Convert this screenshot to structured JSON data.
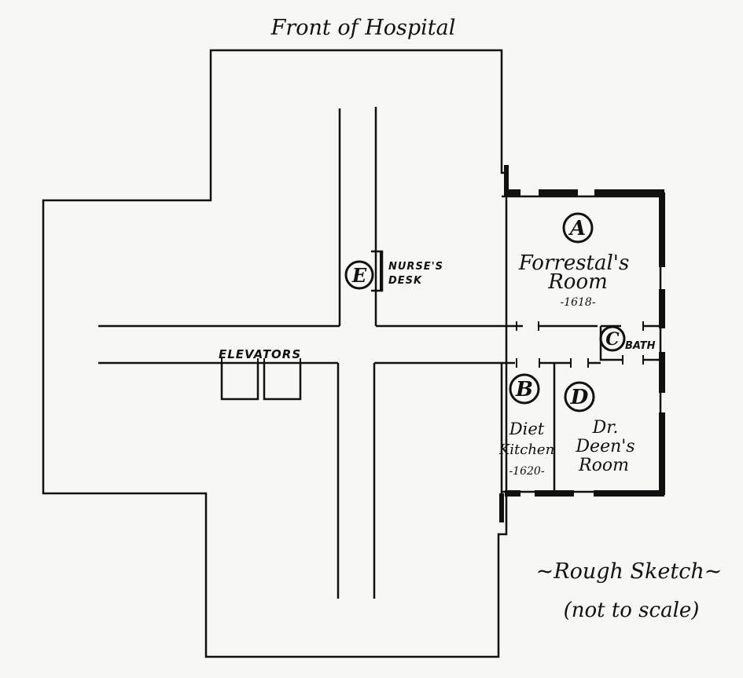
{
  "header": {
    "front_label": "Front of Hospital"
  },
  "rooms": {
    "a": {
      "marker": "A",
      "name_line1": "Forrestal's",
      "name_line2": "Room",
      "number": "-1618-"
    },
    "b": {
      "marker": "B",
      "name_line1": "Diet",
      "name_line2": "Kitchen",
      "number": "-1620-"
    },
    "c": {
      "marker": "C",
      "name": "BATH"
    },
    "d": {
      "marker": "D",
      "name_line1": "Dr.",
      "name_line2": "Deen's",
      "name_line3": "Room"
    },
    "e": {
      "marker": "E",
      "name_line1": "NURSE'S",
      "name_line2": "DESK"
    }
  },
  "elevators": {
    "label": "ELEVATORS"
  },
  "note": {
    "line1": "~Rough Sketch~",
    "line2": "(not to scale)"
  },
  "colors": {
    "ink": "#111111",
    "paper": "#f7f7f5"
  }
}
